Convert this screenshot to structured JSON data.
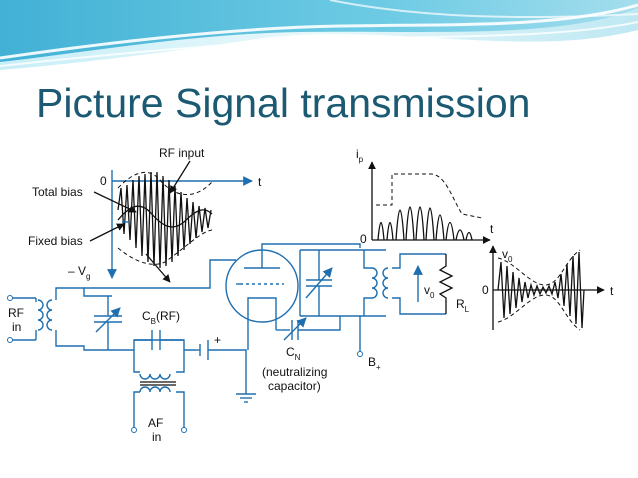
{
  "slide": {
    "title": "Picture Signal transmission"
  },
  "diagram": {
    "labels": {
      "rf_input": "RF input",
      "total_bias": "Total bias",
      "fixed_bias": "Fixed bias",
      "neg_vg": "– V",
      "neg_vg_sub": "g",
      "zero_left": "0",
      "t_left": "t",
      "ip": "i",
      "ip_sub": "p",
      "zero_ip": "0",
      "t_ip": "t",
      "v0_out": "v",
      "v0_out_sub": "0",
      "zero_out": "0",
      "t_out": "t",
      "rf_in_1": "RF",
      "rf_in_2": "in",
      "cb": "C",
      "cb_sub": "B",
      "cb_suffix": "(RF)",
      "plus": "+",
      "cn": "C",
      "cn_sub": "N",
      "neutralizing_1": "(neutralizing",
      "neutralizing_2": "capacitor)",
      "b_plus": "B",
      "b_plus_sub": "+",
      "v0_load": "v",
      "v0_load_sub": "0",
      "rl": "R",
      "rl_sub": "L",
      "af_in_1": "AF",
      "af_in_2": "in"
    },
    "colors": {
      "wire": "#1e6fb0",
      "ink": "#111111",
      "title": "#1b5a72"
    }
  }
}
